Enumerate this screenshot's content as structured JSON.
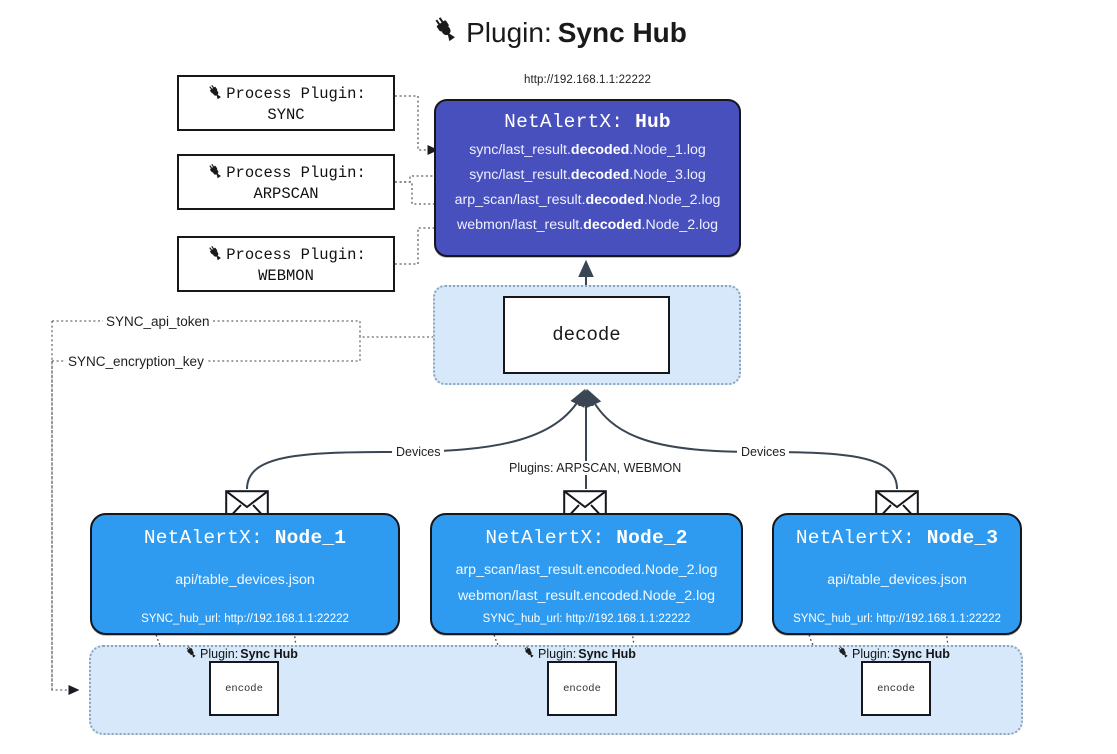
{
  "title": {
    "icon": "plug-icon",
    "prefix": "Plugin: ",
    "name": "Sync Hub"
  },
  "hub": {
    "url": "http://192.168.1.1:22222",
    "label_prefix": "NetAlertX: ",
    "label_name": "Hub",
    "loglines": [
      {
        "pre": "sync/last_result.",
        "mid": "decoded",
        "post": ".Node_1.log"
      },
      {
        "pre": "sync/last_result.",
        "mid": "decoded",
        "post": ".Node_3.log"
      },
      {
        "pre": "arp_scan/last_result.",
        "mid": "decoded",
        "post": ".Node_2.log"
      },
      {
        "pre": "webmon/last_result.",
        "mid": "decoded",
        "post": ".Node_2.log"
      }
    ]
  },
  "process_plugins": [
    {
      "icon": "plug-icon",
      "line1": "Process Plugin:",
      "line2": "SYNC"
    },
    {
      "icon": "plug-icon",
      "line1": "Process Plugin:",
      "line2": "ARPSCAN"
    },
    {
      "icon": "plug-icon",
      "line1": "Process Plugin:",
      "line2": "WEBMON"
    }
  ],
  "decode": {
    "label": "decode"
  },
  "tokens": [
    {
      "label": "SYNC_api_token"
    },
    {
      "label": "SYNC_encryption_key"
    }
  ],
  "edge_labels": {
    "devices_left": "Devices",
    "devices_right": "Devices",
    "plugins_center": "Plugins: ARPSCAN, WEBMON"
  },
  "nodes": [
    {
      "icon": "envelope-icon",
      "label_prefix": "NetAlertX: ",
      "label_name": "Node_1",
      "lines": [
        "api/table_devices.json"
      ],
      "url_key": "SYNC_hub_url: ",
      "url_value": "http://192.168.1.1:22222"
    },
    {
      "icon": "envelope-icon",
      "label_prefix": "NetAlertX: ",
      "label_name": "Node_2",
      "lines": [
        "arp_scan/last_result.encoded.Node_2.log",
        "webmon/last_result.encoded.Node_2.log"
      ],
      "url_key": "SYNC_hub_url: ",
      "url_value": "http://192.168.1.1:22222"
    },
    {
      "icon": "envelope-icon",
      "label_prefix": "NetAlertX: ",
      "label_name": "Node_3",
      "lines": [
        "api/table_devices.json"
      ],
      "url_key": "SYNC_hub_url: ",
      "url_value": "http://192.168.1.1:22222"
    }
  ],
  "bottom_plugins": [
    {
      "icon": "plug-icon",
      "prefix": "Plugin: ",
      "name": "Sync Hub",
      "box_label": "encode"
    },
    {
      "icon": "plug-icon",
      "prefix": "Plugin: ",
      "name": "Sync Hub",
      "box_label": "encode"
    },
    {
      "icon": "plug-icon",
      "prefix": "Plugin: ",
      "name": "Sync Hub",
      "box_label": "encode"
    }
  ],
  "colors": {
    "hub_fill": "#4750bd",
    "node_fill": "#2f9bf0",
    "container_fill": "#d6e8fa",
    "container_border": "#8aa6bd",
    "stroke": "#16161d",
    "background": "#ffffff"
  }
}
